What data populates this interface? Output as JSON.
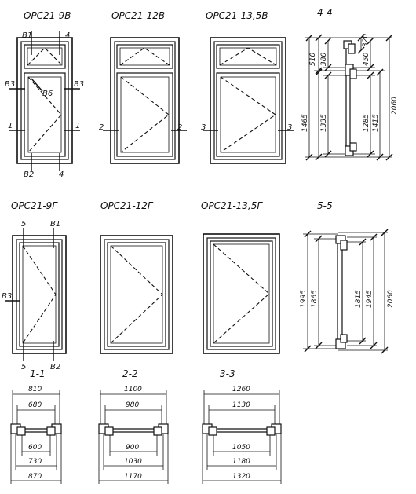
{
  "titles": {
    "v9": "ОРС21-9В",
    "v12": "ОРС21-12В",
    "v135": "ОРС21-13,5В",
    "s44": "4-4",
    "g9": "ОРС21-9Г",
    "g12": "ОРС21-12Г",
    "g135": "ОРС21-13,5Г",
    "s55": "5-5",
    "s11": "1-1",
    "s22": "2-2",
    "s33": "3-3"
  },
  "marks": {
    "b1": "В1",
    "n4": "4",
    "b3": "В3",
    "b6": "В6",
    "n1": "1",
    "b2": "В2",
    "n2": "2",
    "n3": "3",
    "n5": "5"
  },
  "dims44": {
    "d510": "510",
    "d380": "380",
    "d320": "320",
    "d450": "450",
    "d1465": "1465",
    "d1335": "1335",
    "d1285": "1285",
    "d1415": "1415",
    "d2060": "2060"
  },
  "dims55": {
    "d1995": "1995",
    "d1865": "1865",
    "d1815": "1815",
    "d1945": "1945",
    "d2060": "2060"
  },
  "dims11": {
    "d810": "810",
    "d680": "680",
    "d600": "600",
    "d730": "730",
    "d870": "870"
  },
  "dims22": {
    "d1100": "1100",
    "d980": "980",
    "d900": "900",
    "d1030": "1030",
    "d1170": "1170"
  },
  "dims33": {
    "d1260": "1260",
    "d1130": "1130",
    "d1050": "1050",
    "d1180": "1180",
    "d1320": "1320"
  }
}
